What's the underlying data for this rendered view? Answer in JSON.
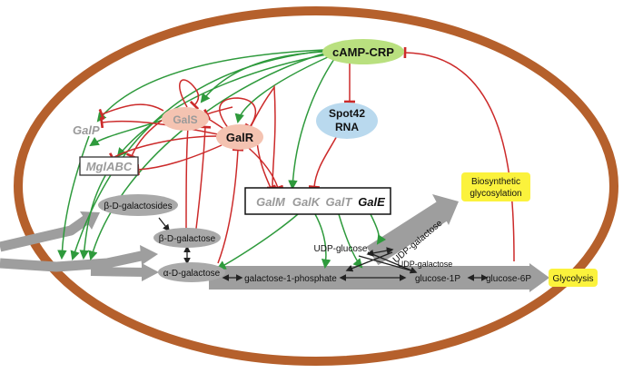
{
  "colors": {
    "cell_wall": "#b5602c",
    "activation": "#2e9a3c",
    "repression": "#cc2a2a",
    "metabolic": "#9e9e9e",
    "camp_fill": "#b9e07f",
    "spot42_fill": "#b9d9ee",
    "gals_fill": "#f4c3b1",
    "node_fill": "#a9a9a9",
    "highlight": "#fbf23c"
  },
  "nodes": {
    "camp_crp": "cAMP-CRP",
    "spot42_line1": "Spot42",
    "spot42_line2": "RNA",
    "gals": "GalS",
    "galr": "GalR",
    "galp": "GalP",
    "mglabc": "MglABC",
    "galm": "GalM",
    "galk": "GalK",
    "galt": "GalT",
    "gale": "GalE",
    "beta_galactosides": "β-D-galactosides",
    "beta_galactose": "β-D-galactose",
    "alpha_galactose": "α-D-galactose",
    "galactose_1p": "galactose-1-phosphate",
    "udp_glucose": "UDP-glucose",
    "udp_galactose_a": "UDP-galactose",
    "udp_galactose_b": "UDP-galactose",
    "glucose_1p": "glucose-1P",
    "glucose_6p": "glucose-6P",
    "biosynthetic_line1": "Biosynthetic",
    "biosynthetic_line2": "glycosylation",
    "glycolysis": "Glycolysis"
  }
}
